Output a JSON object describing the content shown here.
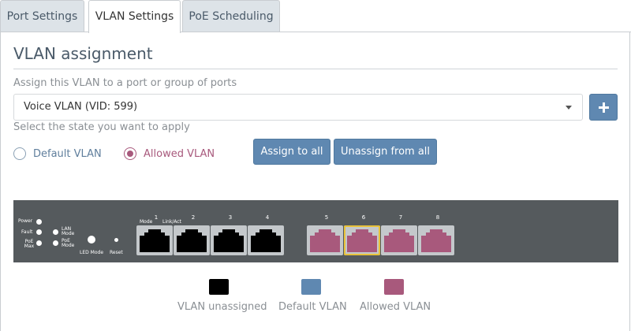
{
  "tabs": [
    {
      "label": "Port Settings",
      "active": false
    },
    {
      "label": "VLAN Settings",
      "active": true
    },
    {
      "label": "PoE Scheduling",
      "active": false
    }
  ],
  "section": {
    "title": "VLAN assignment",
    "assign_label": "Assign this VLAN to a port or group of ports",
    "vlan_select_value": "Voice VLAN (VID: 599)",
    "state_label": "Select the state you want to apply"
  },
  "radios": [
    {
      "label": "Default VLAN",
      "checked": false
    },
    {
      "label": "Allowed VLAN",
      "checked": true
    }
  ],
  "buttons": {
    "assign_all": "Assign to all",
    "unassign_all": "Unassign from all"
  },
  "switch": {
    "leds": {
      "power": "Power",
      "fault": "Fault",
      "poe_max": "PoE Max",
      "lan_mode": "LAN Mode",
      "poe_mode": "PoE Mode",
      "led_mode": "LED Mode",
      "reset": "Reset"
    },
    "mode_label": "Mode",
    "link_label": "Link/Act",
    "ports": [
      {
        "number": "1",
        "state": "unassigned",
        "selected": false
      },
      {
        "number": "2",
        "state": "unassigned",
        "selected": false
      },
      {
        "number": "3",
        "state": "unassigned",
        "selected": false
      },
      {
        "number": "4",
        "state": "unassigned",
        "selected": false
      },
      {
        "number": "5",
        "state": "allowed",
        "selected": false
      },
      {
        "number": "6",
        "state": "allowed",
        "selected": true
      },
      {
        "number": "7",
        "state": "allowed",
        "selected": false
      },
      {
        "number": "8",
        "state": "allowed",
        "selected": false
      }
    ]
  },
  "legend": [
    {
      "label": "VLAN unassigned",
      "color": "#000000"
    },
    {
      "label": "Default VLAN",
      "color": "#5f88b1"
    },
    {
      "label": "Allowed VLAN",
      "color": "#a8597c"
    }
  ],
  "colors": {
    "accent": "#5f88b1",
    "allowed": "#a8597c",
    "unassigned": "#000000",
    "selected_border": "#e8c23a"
  }
}
